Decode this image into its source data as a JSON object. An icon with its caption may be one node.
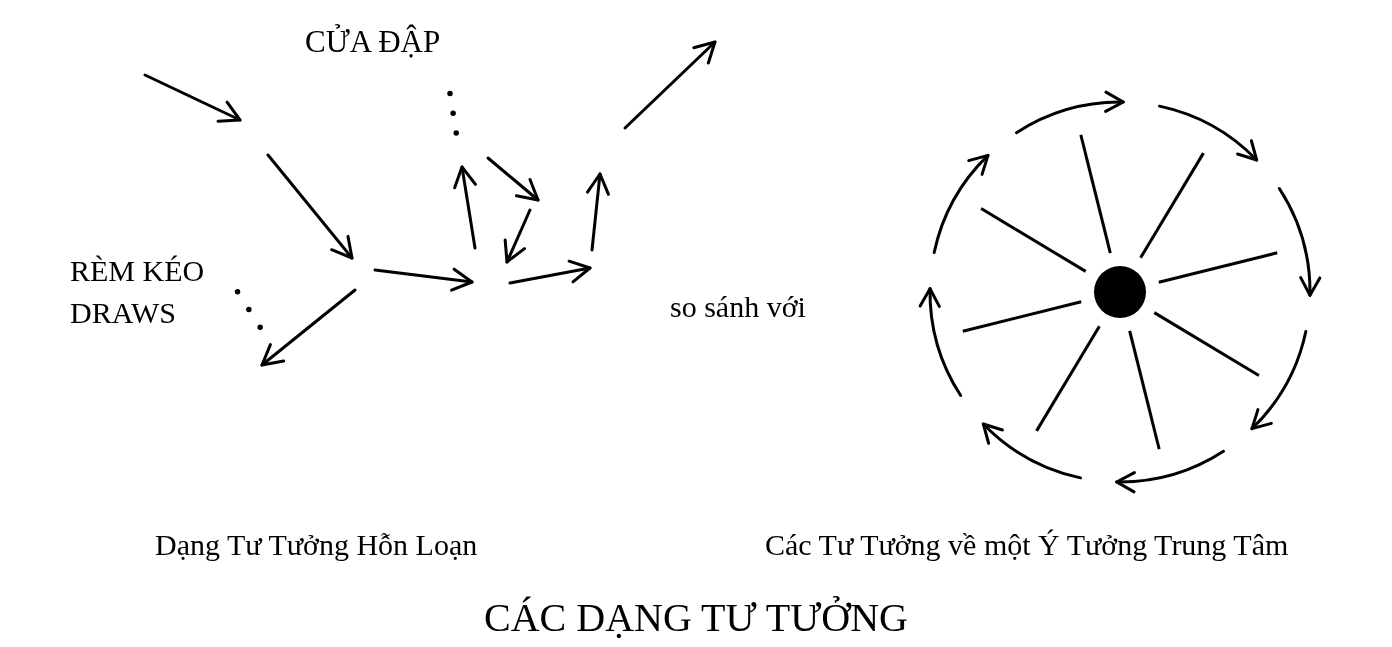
{
  "diagram": {
    "title": "CÁC DẠNG TƯ TƯỞNG",
    "nodes": [
      {
        "text": [
          "CỬA ĐẬP"
        ]
      },
      {
        "text": [
          "RÈM KÉO DRAWS"
        ]
      }
    ],
    "edges": [
      {
        "from": 0,
        "to": null,
        "arrow": "none",
        "style": "dashed"
      },
      {
        "from": 1,
        "to": null,
        "arrow": "none",
        "style": "dashed"
      }
    ],
    "labels": [
      "so sánh với",
      "Dạng Tư Tưởng Hỗn Loạn",
      "Các Tư Tưởng về một Ý Tưởng Trung Tâm"
    ]
  }
}
